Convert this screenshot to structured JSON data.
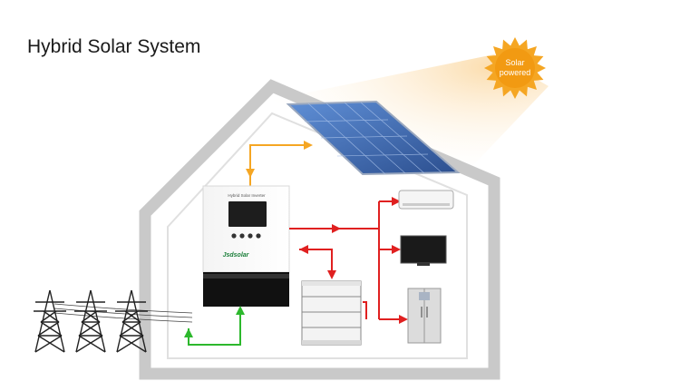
{
  "title": "Hybrid Solar System",
  "sun": {
    "line1": "Solar",
    "line2": "powered"
  },
  "inverter": {
    "brand": "Jsdsolar",
    "screen_text": "Hybrid Solar Inverter"
  },
  "colors": {
    "house_outline": "#c8c8c8",
    "pv_flow": "#f5a623",
    "load_flow": "#e02020",
    "grid_flow": "#2db82d",
    "sun": "#f5a623",
    "panel": "#3d6db5"
  },
  "icons": [
    "sun-icon",
    "solar-panel-icon",
    "inverter-icon",
    "battery-icon",
    "air-conditioner-icon",
    "tv-icon",
    "refrigerator-icon",
    "pylon-icon"
  ]
}
